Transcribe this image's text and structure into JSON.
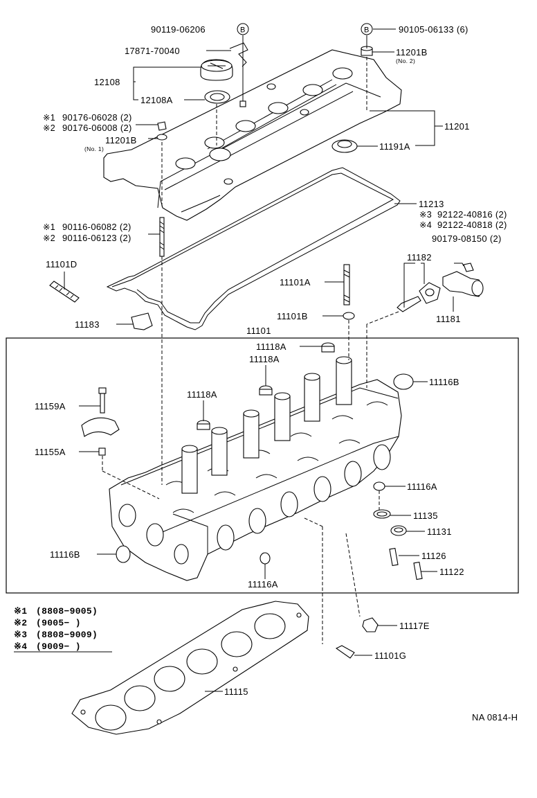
{
  "callouts": {
    "p90119": "90119-06206",
    "p17871": "17871-70040",
    "p12108": "12108",
    "p12108A": "12108A",
    "p90105": "90105-06133 (6)",
    "p11201B_2": "11201B",
    "p11201B_2_note": "(No. 2)",
    "p11201": "11201",
    "p11191A": "11191A",
    "p90176_a": "90176-06028 (2)",
    "p90176_b": "90176-06008 (2)",
    "p11201B_1": "11201B",
    "p11201B_1_note": "(No. 1)",
    "p11213": "11213",
    "p92122_a": "92122-40816 (2)",
    "p92122_b": "92122-40818 (2)",
    "p90179": "90179-08150 (2)",
    "p90116_a": "90116-06082 (2)",
    "p90116_b": "90116-06123 (2)",
    "p11101D": "11101D",
    "p11101A": "11101A",
    "p11182": "11182",
    "p11101B": "11101B",
    "p11181": "11181",
    "p11183": "11183",
    "p11101": "11101",
    "p11118A_1": "11118A",
    "p11118A_2": "11118A",
    "p11118A_3": "11118A",
    "p11116B_top": "11116B",
    "p11159A": "11159A",
    "p11155A": "11155A",
    "p11116A_r": "11116A",
    "p11135": "11135",
    "p11131": "11131",
    "p11126": "11126",
    "p11122": "11122",
    "p11116B_l": "11116B",
    "p11116A_b": "11116A",
    "p11117E": "11117E",
    "p11101G": "11101G",
    "p11115": "11115"
  },
  "marks": {
    "circle_b": "B",
    "star1": "※1",
    "star2": "※2",
    "star3": "※3",
    "star4": "※4"
  },
  "notes": [
    {
      "mark": "※1",
      "range": "(8808−9005)"
    },
    {
      "mark": "※2",
      "range": "(9005−     )"
    },
    {
      "mark": "※3",
      "range": "(8808−9009)"
    },
    {
      "mark": "※4",
      "range": "(9009−     )"
    }
  ],
  "ref_code": "NA 0814-H"
}
